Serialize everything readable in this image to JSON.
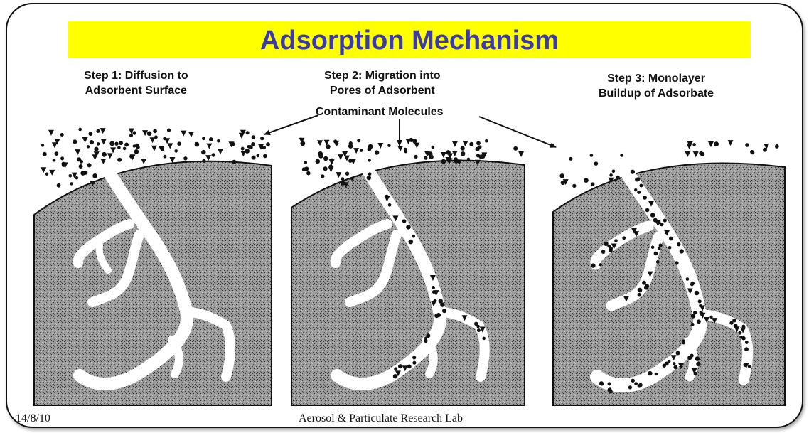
{
  "title": "Adsorption Mechanism",
  "steps": [
    {
      "line1": "Step 1: Diffusion to",
      "line2": "Adsorbent Surface"
    },
    {
      "line1": "Step 2: Migration into",
      "line2": "Pores of Adsorbent"
    },
    {
      "line1": "Step 3: Monolayer",
      "line2": "Buildup of Adsorbate"
    }
  ],
  "pointer_label": "Contaminant Molecules",
  "footer": {
    "date": "14/8/10",
    "lab": "Aerosol & Particulate Research Lab"
  },
  "colors": {
    "title_bar": "#ffff00",
    "title_text": "#3a3aa8",
    "adsorbent": "#8c8c8c"
  }
}
